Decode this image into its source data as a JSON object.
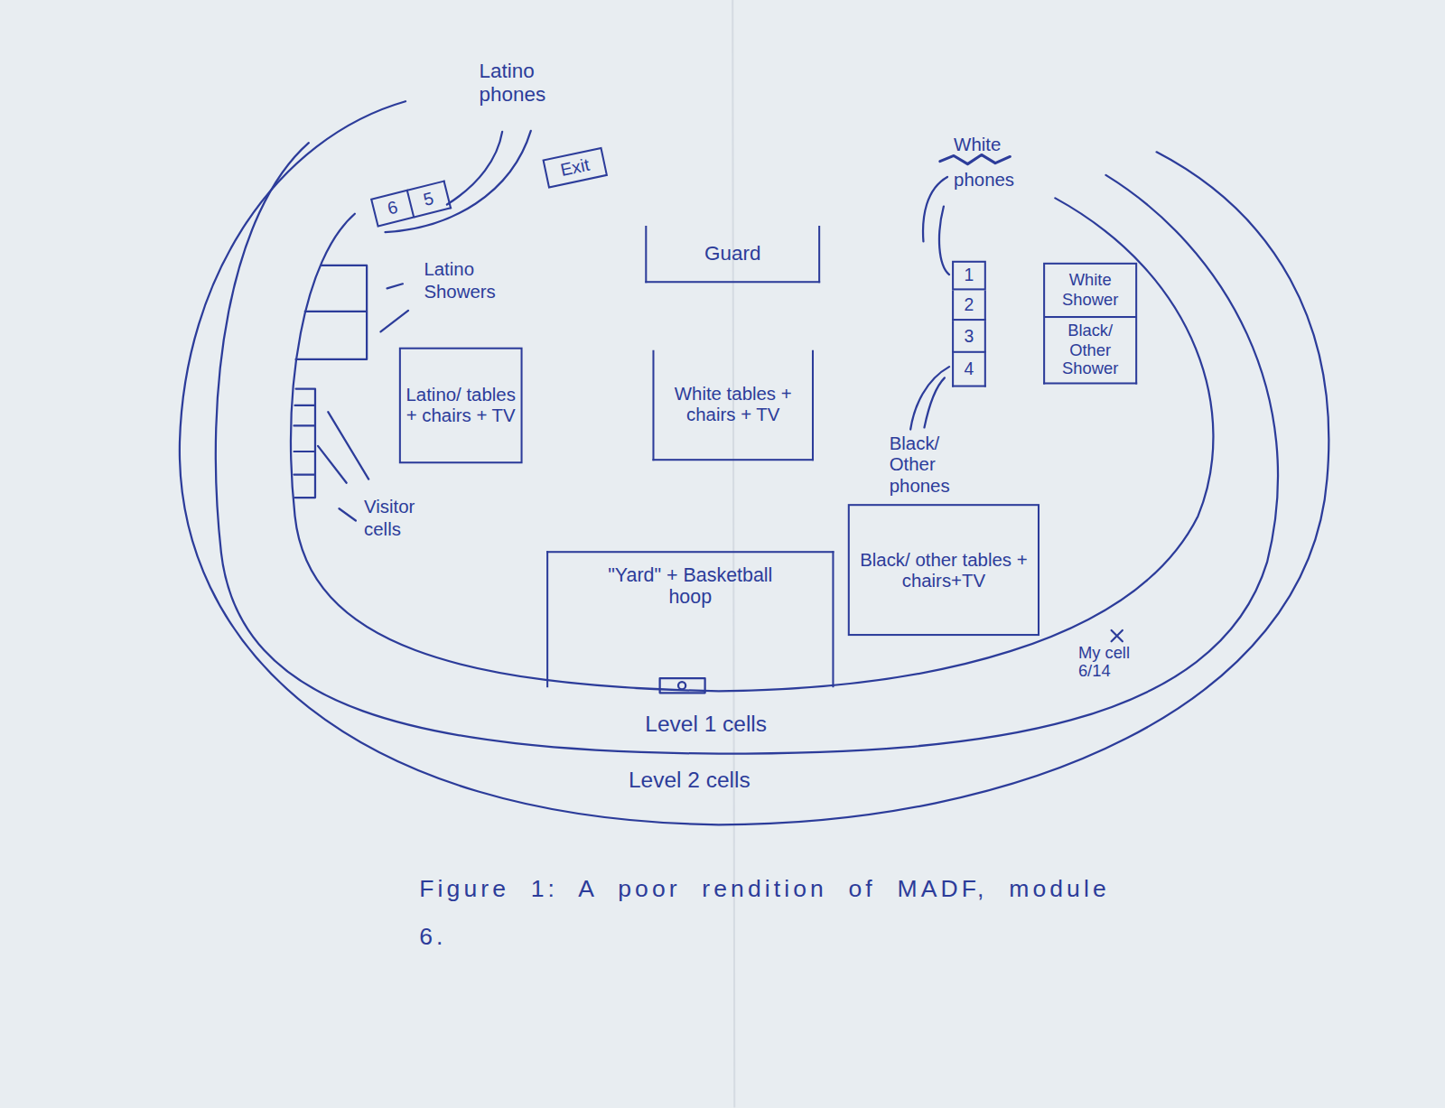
{
  "diagram": {
    "caption": "Figure 1: A poor rendition of MADF, module 6.",
    "nodes": [
      {
        "text": [
          "6"
        ]
      },
      {
        "text": [
          "5"
        ]
      },
      {
        "text": [
          "Exit"
        ]
      },
      {
        "text": [
          "Guard"
        ]
      },
      {
        "text": [
          "1"
        ]
      },
      {
        "text": [
          "2"
        ]
      },
      {
        "text": [
          "3"
        ]
      },
      {
        "text": [
          "4"
        ]
      },
      {
        "text": [
          "White Shower"
        ]
      },
      {
        "text": [
          "Black/ Other Shower"
        ]
      },
      {
        "text": [
          "Latino/ tables + chairs + TV"
        ]
      },
      {
        "text": [
          "White tables + chairs + TV"
        ]
      },
      {
        "text": [
          "Black/ other tables + chairs+TV"
        ]
      },
      {
        "text": [
          "\"Yard\" + Basketball hoop"
        ]
      }
    ],
    "labels": [
      "Latino phones",
      "White phones",
      "Latino Showers",
      "Black/ Other phones",
      "Visitor cells",
      "Level 1 cells",
      "Level 2 cells",
      "My cell 6/14"
    ]
  }
}
